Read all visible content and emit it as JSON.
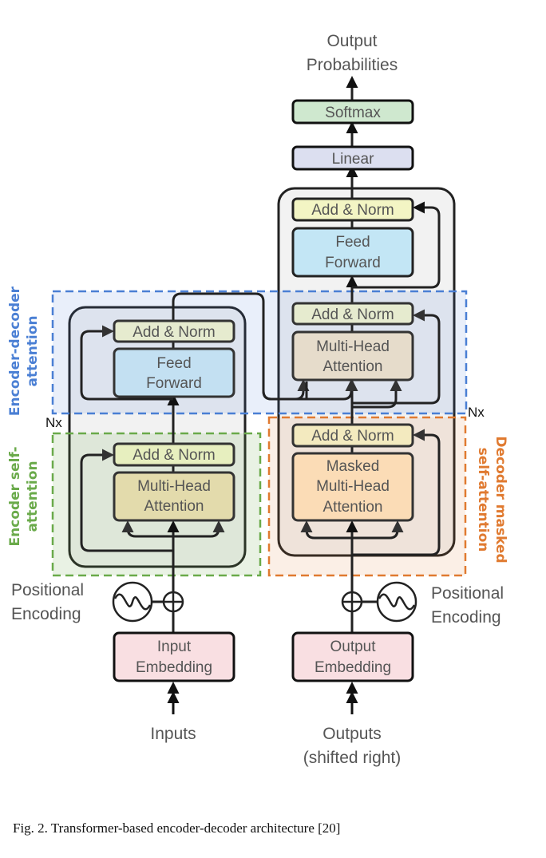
{
  "diagram": {
    "output_label": [
      "Output",
      "Probabilities"
    ],
    "softmax": "Softmax",
    "linear": "Linear",
    "encoder": {
      "add_norm_top": "Add & Norm",
      "feed_forward": [
        "Feed",
        "Forward"
      ],
      "add_norm_bottom": "Add & Norm",
      "mha": [
        "Multi-Head",
        "Attention"
      ],
      "nx": "Nx",
      "positional_encoding": [
        "Positional",
        "Encoding"
      ],
      "embedding": [
        "Input",
        "Embedding"
      ],
      "input_label": "Inputs"
    },
    "decoder": {
      "add_norm_top": "Add & Norm",
      "feed_forward": [
        "Feed",
        "Forward"
      ],
      "add_norm_mid": "Add & Norm",
      "mha": [
        "Multi-Head",
        "Attention"
      ],
      "add_norm_bottom": "Add & Norm",
      "masked_mha": [
        "Masked",
        "Multi-Head",
        "Attention"
      ],
      "nx": "Nx",
      "positional_encoding": [
        "Positional",
        "Encoding"
      ],
      "embedding": [
        "Output",
        "Embedding"
      ],
      "output_label": [
        "Outputs",
        "(shifted right)"
      ]
    },
    "regions": {
      "encoder_decoder_attention": [
        "Encoder-decoder",
        "attention"
      ],
      "encoder_self_attention": [
        "Encoder self-",
        "attention"
      ],
      "decoder_masked_self_attention": [
        "Decoder masked",
        "self-attention"
      ]
    },
    "colors": {
      "blue_region": "#4a7fd4",
      "green_region": "#6aaa4a",
      "orange_region": "#e07a30",
      "feed_forward": "#c3e6f5",
      "add_norm": "#f3f5c4",
      "mha": "#e8dfb8",
      "masked_mha": "#fbdcb6",
      "embedding": "#f9dfe2",
      "softmax": "#cfe8cf",
      "linear": "#dcdff0"
    }
  },
  "caption": "Fig. 2.  Transformer-based encoder-decoder architecture [20]"
}
